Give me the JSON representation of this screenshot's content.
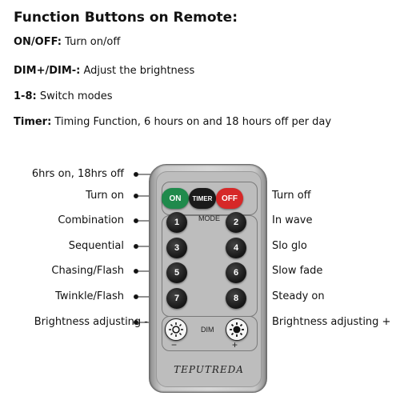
{
  "heading": "Function Buttons on Remote:",
  "lines": [
    {
      "bold": "ON/OFF:",
      "text": " Turn on/off"
    },
    {
      "bold": "DIM+/DIM-:",
      "text": " Adjust the brightness"
    },
    {
      "bold": "1-8:",
      "text": " Switch modes"
    },
    {
      "bold": "Timer:",
      "text": " Timing Function, 6 hours on and 18 hours off per day"
    }
  ],
  "labels": {
    "timer": "6hrs on, 18hrs off",
    "on": "Turn on",
    "off": "Turn off",
    "b1": "Combination",
    "b2": "In wave",
    "b3": "Sequential",
    "b4": "Slo glo",
    "b5": "Chasing/Flash",
    "b6": "Slow fade",
    "b7": "Twinkle/Flash",
    "b8": "Steady on",
    "dim_minus": "Brightness adjusting -",
    "dim_plus": "Brightness adjusting +"
  },
  "remote": {
    "on_label": "ON",
    "timer_label": "TIMER",
    "off_label": "OFF",
    "mode_label": "MODE",
    "dim_label": "DIM",
    "minus": "−",
    "plus": "+",
    "brand": "TEPUTREDA",
    "numbers": [
      "1",
      "2",
      "3",
      "4",
      "5",
      "6",
      "7",
      "8"
    ]
  },
  "colors": {
    "on": "#1f8a4c",
    "off": "#d62828",
    "timer": "#1a1a1a"
  }
}
